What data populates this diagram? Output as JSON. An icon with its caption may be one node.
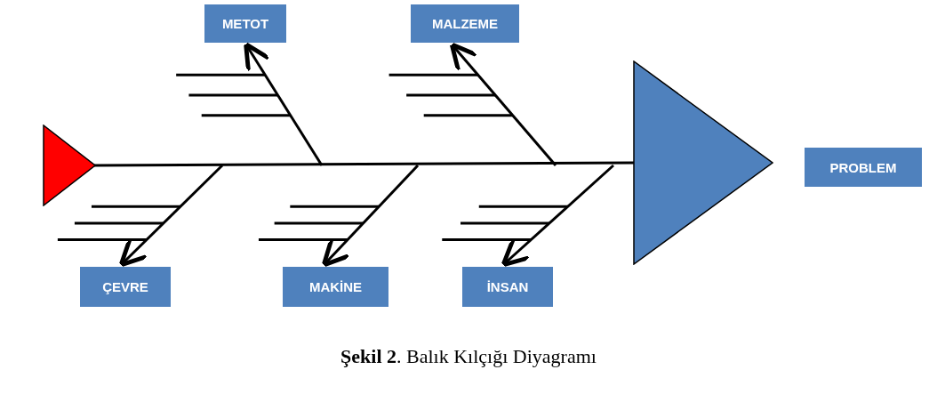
{
  "diagram": {
    "caption": "**Şekil 2**. Balık Kılçığı Diyagramı",
    "nodes": [
      {
        "text": [
          "METOT"
        ]
      },
      {
        "text": [
          "MALZEME"
        ]
      },
      {
        "text": [],
        "shape": "triangle"
      },
      {
        "text": [],
        "shape": "triangle"
      },
      {
        "text": [
          "PROBLEM"
        ]
      },
      {
        "text": [
          "ÇEVRE"
        ]
      },
      {
        "text": [
          "MAKİNE"
        ]
      },
      {
        "text": [
          "İNSAN"
        ]
      }
    ],
    "edges": [
      {
        "from": 2,
        "to": 3,
        "arrow": "none"
      },
      {
        "from": null,
        "to": 0,
        "arrow": "to"
      },
      {
        "from": null,
        "to": 1,
        "arrow": "to"
      },
      {
        "from": null,
        "to": 5,
        "arrow": "to"
      },
      {
        "from": null,
        "to": 6,
        "arrow": "to"
      },
      {
        "from": null,
        "to": 7,
        "arrow": "to"
      }
    ]
  }
}
